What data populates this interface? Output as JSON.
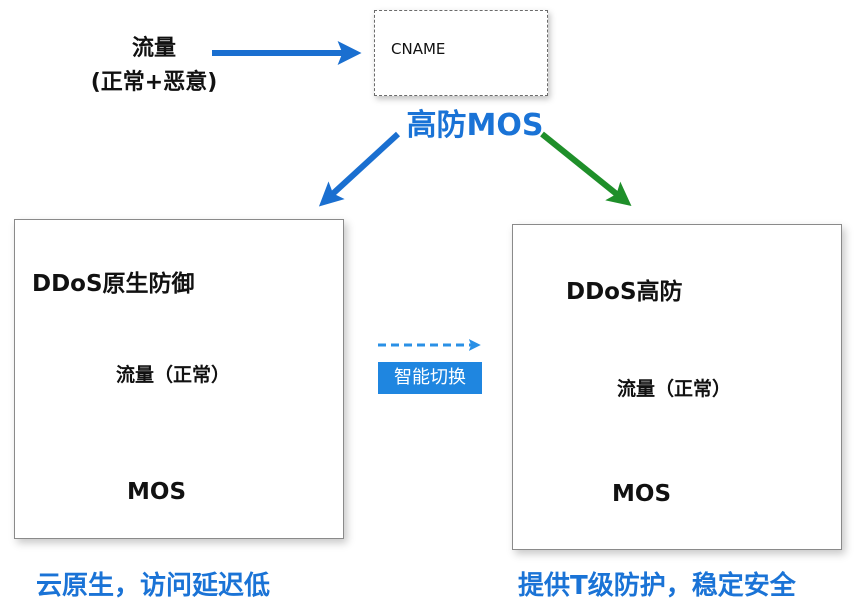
{
  "top": {
    "traffic_in_line1": "流量",
    "traffic_in_line2": "(正常+恶意)",
    "cname_label": "CNAME",
    "mos_title": "高防MOS"
  },
  "left_panel": {
    "title": "DDoS原生防御",
    "flow_label": "流量（正常）",
    "target_label": "MOS",
    "caption": "云原生，访问延迟低"
  },
  "switch": {
    "label": "智能切换"
  },
  "right_panel": {
    "title": "DDoS高防",
    "flow_label": "流量（正常）",
    "target_label": "MOS",
    "caption": "提供T级防护，稳定安全"
  },
  "colors": {
    "blue_accent": "#1a73d6",
    "green_accent": "#1f8f2a",
    "cube_blue": "#2a95e8",
    "cube_green": "#3cb53c",
    "cloud_blue": "#1d86e0"
  },
  "icons": [
    "cname-share-icon",
    "blue-shield-cube-icon",
    "green-shield-cube-icon",
    "cloud-upload-icon"
  ]
}
